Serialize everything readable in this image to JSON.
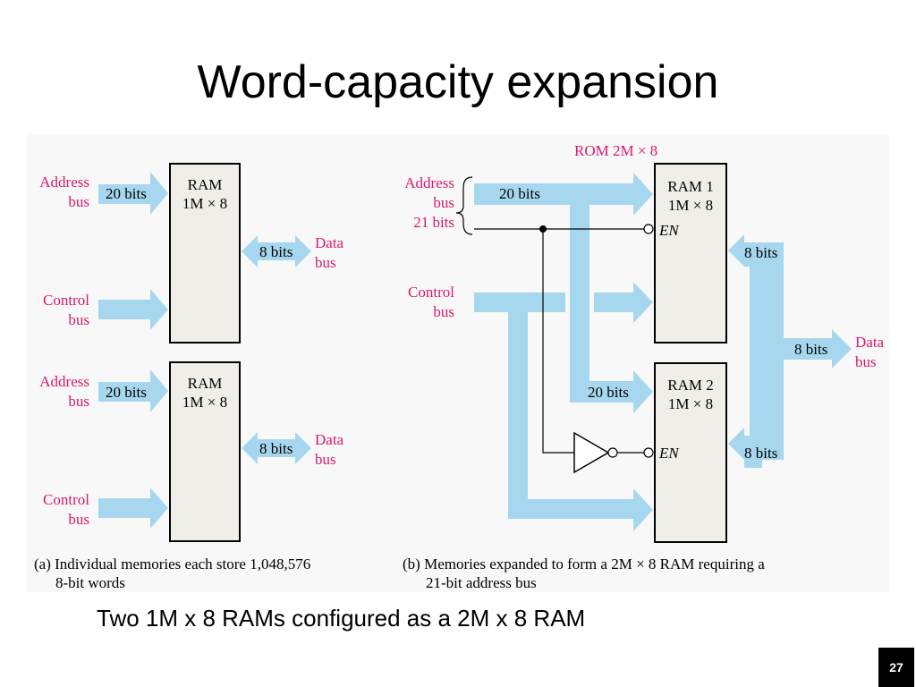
{
  "slide": {
    "title": "Word-capacity expansion",
    "caption": "Two 1M x 8 RAMs configured as a 2M x 8 RAM",
    "page_number": "27"
  },
  "colors": {
    "arrow": "#a7d7ee",
    "label_pink": "#d9196e",
    "box_fill": "#f0eee8",
    "line": "#000000"
  },
  "panel_a": {
    "top": {
      "address_label_1": "Address",
      "address_label_2": "bus",
      "addr_bits": "20 bits",
      "ram_line1": "RAM",
      "ram_line2": "1M × 8",
      "data_bits": "8 bits",
      "data_label_1": "Data",
      "data_label_2": "bus",
      "control_label_1": "Control",
      "control_label_2": "bus"
    },
    "bottom": {
      "address_label_1": "Address",
      "address_label_2": "bus",
      "addr_bits": "20 bits",
      "ram_line1": "RAM",
      "ram_line2": "1M × 8",
      "data_bits": "8 bits",
      "data_label_1": "Data",
      "data_label_2": "bus",
      "control_label_1": "Control",
      "control_label_2": "bus"
    },
    "caption_line1": "(a) Individual memories each store 1,048,576",
    "caption_line2": "8-bit words"
  },
  "panel_b": {
    "rom_label": "ROM 2M × 8",
    "address_label_1": "Address",
    "address_label_2": "bus",
    "bits_21": "21 bits",
    "addr_bits_top": "20 bits",
    "addr_bits_bottom": "20 bits",
    "control_label_1": "Control",
    "control_label_2": "bus",
    "ram1_line1": "RAM 1",
    "ram1_line2": "1M × 8",
    "ram1_en": "EN",
    "ram2_line1": "RAM 2",
    "ram2_line2": "1M × 8",
    "ram2_en": "EN",
    "data_bits_ram1": "8 bits",
    "data_bits_ram2": "8 bits",
    "data_bits_out": "8 bits",
    "data_label_1": "Data",
    "data_label_2": "bus",
    "caption_line1": "(b) Memories expanded to form a 2M × 8 RAM requiring a",
    "caption_line2": "21-bit address bus"
  }
}
